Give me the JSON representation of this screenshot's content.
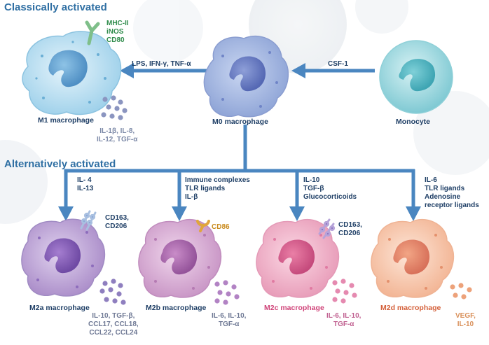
{
  "sections": {
    "classical": "Classically activated",
    "alternative": "Alternatively activated"
  },
  "cells": {
    "m1": {
      "name": "M1 macrophage",
      "markers": "MHC-II\niNOS\nCD80",
      "cytokines": "IL-1β, IL-8,\nIL-12, TGF-α"
    },
    "m0": {
      "name": "M0 macrophage"
    },
    "monocyte": {
      "name": "Monocyte"
    },
    "m2a": {
      "name": "M2a macrophage",
      "markers": "CD163,\nCD206",
      "cytokines": "IL-10, TGF-β,\nCCL17, CCL18,\nCCL22, CCL24"
    },
    "m2b": {
      "name": "M2b macrophage",
      "markers": "CD86",
      "cytokines": "IL-6, IL-10,\nTGF-α"
    },
    "m2c": {
      "name": "M2c macrophage",
      "markers": "CD163,\nCD206",
      "cytokines": "IL-6, IL-10,\nTGF-α"
    },
    "m2d": {
      "name": "M2d macrophage",
      "cytokines": "VEGF,\nIL-10"
    }
  },
  "arrows": {
    "to_m0": "CSF-1",
    "to_m1": "LPS, IFN-γ, TNF-α",
    "to_m2a": "IL- 4\nIL-13",
    "to_m2b": "Immune complexes\nTLR ligands\nIL-β",
    "to_m2c": "IL-10\nTGF-β\nGlucocorticoids",
    "to_m2d": "IL-6\nTLR ligands\nAdenosine\nreceptor ligands"
  },
  "colors": {
    "arrow": "#4a86c0",
    "title": "#2f6fa3",
    "text": "#1f3f66",
    "m1_markers": "#2e8b4a",
    "m2b_marker": "#c98a1c",
    "m2c_name": "#d0457a",
    "m2d_name": "#d4603a",
    "m2d_cytokines": "#d9905a",
    "m2c_cytokines": "#c06090"
  }
}
